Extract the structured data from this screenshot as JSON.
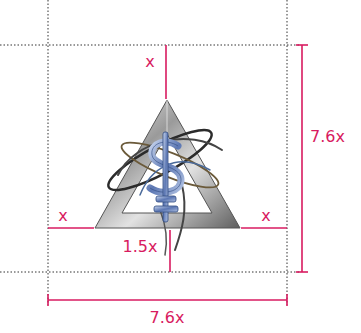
{
  "diagram": {
    "labels": [
      "x",
      "x",
      "x",
      "1.5x",
      "7.6x",
      "7.6x"
    ]
  }
}
